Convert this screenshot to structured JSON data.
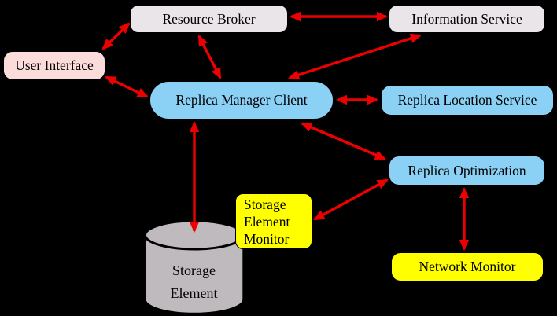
{
  "diagram": {
    "type": "architecture-diagram",
    "background_color": "#000000",
    "arrow_color": "#ee0000",
    "text_color": "#000000",
    "nodes": [
      {
        "id": "resource-broker",
        "label": "Resource Broker",
        "fill": "#e9e5e9",
        "shape": "rounded-box"
      },
      {
        "id": "information-service",
        "label": "Information Service",
        "fill": "#e9e5e9",
        "shape": "rounded-box"
      },
      {
        "id": "user-interface",
        "label": "User Interface",
        "fill": "#fbdcdb",
        "shape": "rounded-box"
      },
      {
        "id": "replica-manager-client",
        "label": "Replica Manager Client",
        "fill": "#8bd1f5",
        "shape": "rounded-box"
      },
      {
        "id": "replica-location-service",
        "label": "Replica Location Service",
        "fill": "#8bd1f5",
        "shape": "rounded-box"
      },
      {
        "id": "replica-optimization",
        "label": "Replica Optimization",
        "fill": "#8bd1f5",
        "shape": "rounded-box"
      },
      {
        "id": "storage-element-monitor",
        "label": "Storage Element Monitor",
        "fill": "#ffff00",
        "shape": "rounded-box"
      },
      {
        "id": "network-monitor",
        "label": "Network Monitor",
        "fill": "#ffff00",
        "shape": "rounded-box"
      },
      {
        "id": "storage-element",
        "label": "Storage Element",
        "fill": "#bebabe",
        "shape": "cylinder"
      }
    ],
    "edges": [
      {
        "from": "user-interface",
        "to": "resource-broker",
        "style": "double-arrow"
      },
      {
        "from": "resource-broker",
        "to": "information-service",
        "style": "double-arrow"
      },
      {
        "from": "resource-broker",
        "to": "replica-manager-client",
        "style": "double-arrow"
      },
      {
        "from": "user-interface",
        "to": "replica-manager-client",
        "style": "double-arrow"
      },
      {
        "from": "replica-manager-client",
        "to": "information-service",
        "style": "double-arrow"
      },
      {
        "from": "replica-manager-client",
        "to": "replica-location-service",
        "style": "double-arrow"
      },
      {
        "from": "replica-manager-client",
        "to": "storage-element",
        "style": "double-arrow"
      },
      {
        "from": "replica-manager-client",
        "to": "replica-optimization",
        "style": "double-arrow"
      },
      {
        "from": "replica-optimization",
        "to": "storage-element-monitor",
        "style": "double-arrow"
      },
      {
        "from": "replica-optimization",
        "to": "network-monitor",
        "style": "double-arrow"
      }
    ]
  }
}
